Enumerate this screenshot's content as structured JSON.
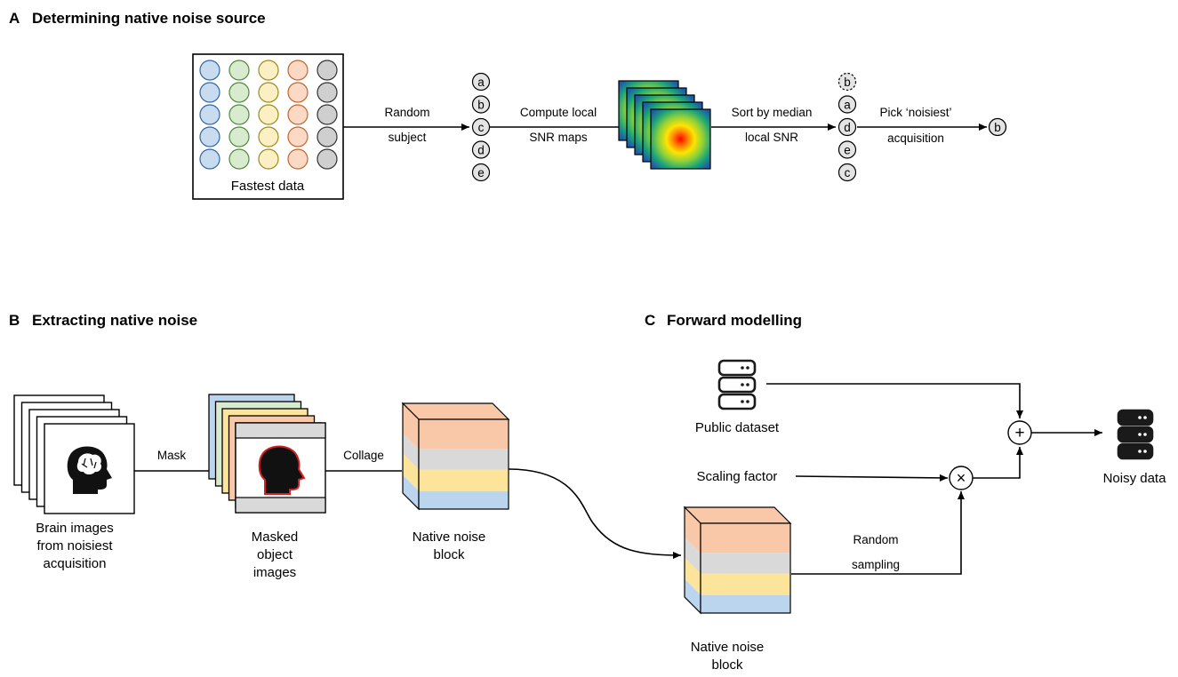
{
  "panel_a": {
    "title_letter": "A",
    "title": "Determining native noise source",
    "grid_caption": "Fastest data",
    "grid_colors": {
      "col1": {
        "fill": "#c9dcef",
        "stroke": "#2f67a6"
      },
      "col2": {
        "fill": "#d8ebcf",
        "stroke": "#4f8a3a"
      },
      "col3": {
        "fill": "#faf0c3",
        "stroke": "#a08a1c"
      },
      "col4": {
        "fill": "#fbd9c4",
        "stroke": "#c0662e"
      },
      "col5": {
        "fill": "#cfcfcf",
        "stroke": "#333333"
      }
    },
    "step1_line1": "Random",
    "step1_line2": "subject",
    "subjects_initial": [
      "a",
      "b",
      "c",
      "d",
      "e"
    ],
    "step2_line1": "Compute local",
    "step2_line2": "SNR maps",
    "step3_line1": "Sort by median",
    "step3_line2": "local SNR",
    "subjects_sorted": [
      "b",
      "a",
      "d",
      "e",
      "c"
    ],
    "step4_line1": "Pick ‘noisiest’",
    "step4_line2": "acquisition",
    "picked": "b"
  },
  "panel_b": {
    "title_letter": "B",
    "title": "Extracting native noise",
    "brain_caption_line1": "Brain images",
    "brain_caption_line2": "from noisiest",
    "brain_caption_line3": "acquisition",
    "mask_label": "Mask",
    "masked_caption_line1": "Masked",
    "masked_caption_line2": "object",
    "masked_caption_line3": "images",
    "collage_label": "Collage",
    "block_caption_line1": "Native noise",
    "block_caption_line2": "block"
  },
  "panel_c": {
    "title_letter": "C",
    "title": "Forward modelling",
    "public_dataset": "Public dataset",
    "scaling_factor": "Scaling factor",
    "plus_symbol": "+",
    "times_symbol": "×",
    "noisy_data": "Noisy data",
    "sampling_line1": "Random",
    "sampling_line2": "sampling",
    "block_caption_line1": "Native noise",
    "block_caption_line2": "block"
  },
  "colors": {
    "orange": "#f8c8a8",
    "gray": "#d9d9d9",
    "yellow": "#fce49a",
    "blue": "#bcd5ee",
    "red_outline": "#d32020",
    "dark": "#1a1a1a"
  }
}
